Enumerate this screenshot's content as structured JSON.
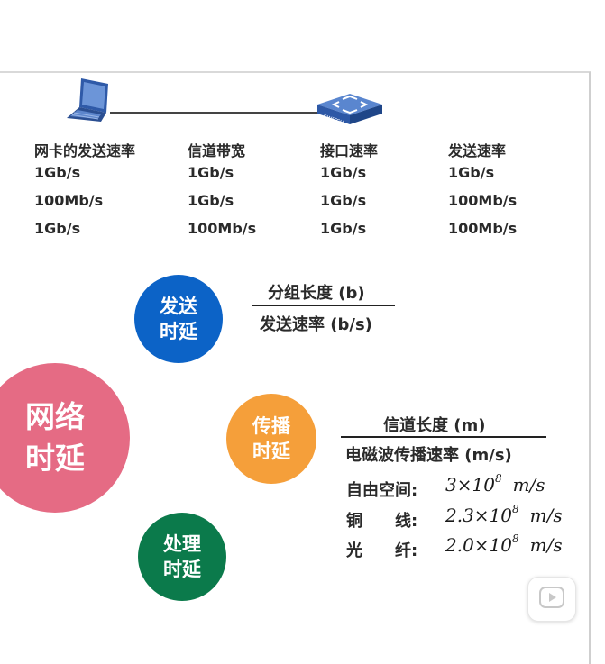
{
  "network": {
    "devices": [
      {
        "name": "laptop"
      },
      {
        "name": "switch",
        "label": "SWITCH"
      }
    ]
  },
  "rate_table": {
    "headers": [
      "网卡的发送速率",
      "信道带宽",
      "接口速率",
      "发送速率"
    ],
    "rows": [
      [
        "1Gb/s",
        "1Gb/s",
        "1Gb/s",
        "1Gb/s"
      ],
      [
        "100Mb/s",
        "1Gb/s",
        "1Gb/s",
        "100Mb/s"
      ],
      [
        "1Gb/s",
        "100Mb/s",
        "1Gb/s",
        "100Mb/s"
      ]
    ]
  },
  "delays": {
    "network": {
      "line1": "网络",
      "line2": "时延",
      "color": "#e56b84"
    },
    "transmission": {
      "line1": "发送",
      "line2": "时延",
      "color": "#0c63c7",
      "numerator": "分组长度 (b)",
      "denominator": "发送速率 (b/s)"
    },
    "propagation": {
      "line1": "传播",
      "line2": "时延",
      "color": "#f59f3a",
      "numerator": "信道长度 (m)",
      "denominator": "电磁波传播速率 (m/s)"
    },
    "processing": {
      "line1": "处理",
      "line2": "时延",
      "color": "#0b7a4b"
    }
  },
  "propagation_speeds": [
    {
      "medium": "自由空间:",
      "mantissa": "3×10",
      "exponent": "8",
      "unit": "m/s"
    },
    {
      "medium": "铜　　线:",
      "mantissa": "2.3×10",
      "exponent": "8",
      "unit": "m/s"
    },
    {
      "medium": "光　　纤:",
      "mantissa": "2.0×10",
      "exponent": "8",
      "unit": "m/s"
    }
  ],
  "player": {
    "icon": "play-icon"
  }
}
